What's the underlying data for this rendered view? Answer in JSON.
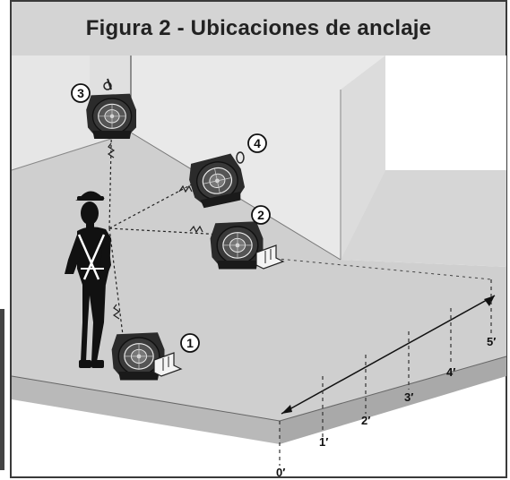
{
  "title": "Figura 2 - Ubicaciones de anclaje",
  "anchors": [
    {
      "number": "1"
    },
    {
      "number": "2"
    },
    {
      "number": "3"
    },
    {
      "number": "4"
    }
  ],
  "distance_marks": [
    "0′",
    "1′",
    "2′",
    "3′",
    "4′",
    "5′"
  ],
  "colors": {
    "title_bg": "#d4d4d4",
    "wall": "#e4e4e4",
    "floor": "#cfcfcf",
    "slab_front": "#b9b9b9",
    "device": "#2b2b2b",
    "worker": "#111111"
  }
}
